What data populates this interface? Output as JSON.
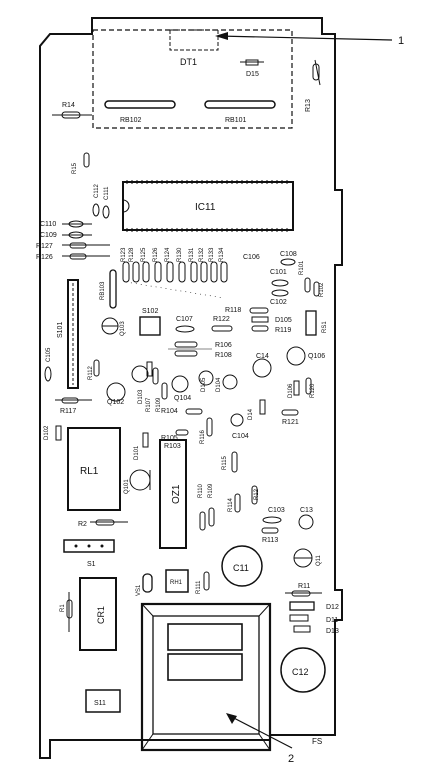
{
  "callouts": {
    "one": "1",
    "two": "2",
    "fs": "FS"
  },
  "display_area": {
    "dt1": "DT1",
    "d15": "D15",
    "rb102": "RB102",
    "rb101": "RB101"
  },
  "ic": {
    "ic11": "IC11"
  },
  "labels": {
    "r14": "R14",
    "r13": "R13",
    "r15": "R15",
    "c112": "C112",
    "c111": "C111",
    "c110": "C110",
    "c109": "C109",
    "r127": "R127",
    "r126": "R126",
    "r123": "R123",
    "r128": "R128",
    "r125": "R125",
    "r126b": "R126",
    "r124": "R124",
    "r130": "R130",
    "r131": "R131",
    "r132": "R132",
    "r133": "R133",
    "r134": "R134",
    "rb103": "RB103",
    "c106": "C106",
    "c108": "C108",
    "c101": "C101",
    "c102": "C102",
    "r101": "R101",
    "r102": "R102",
    "s101": "S101",
    "q103": "Q103",
    "s102": "S102",
    "c107": "C107",
    "r122": "R122",
    "r118": "R118",
    "d105": "D105",
    "r119": "R119",
    "rs1": "RS1",
    "c105": "C105",
    "r106": "R106",
    "r108": "R108",
    "c14": "C14",
    "q106": "Q106",
    "r112": "R112",
    "d103": "D103",
    "r107": "R107",
    "r109": "R109",
    "q104": "Q104",
    "d105b": "D105",
    "d104": "D104",
    "d106": "D106",
    "r120": "R120",
    "q102": "Q102",
    "r117": "R117",
    "r104": "R104",
    "r105": "R105",
    "d14": "D14",
    "r121": "R121",
    "d102": "D102",
    "r103": "R103",
    "r116": "R116",
    "c104": "C104",
    "rl1": "RL1",
    "d101": "D101",
    "r115": "R115",
    "q101": "Q101",
    "oz1": "OZ1",
    "r110": "R110",
    "r109b": "R109",
    "r114": "R114",
    "r12": "R12",
    "c103": "C103",
    "c13": "C13",
    "r2": "R2",
    "r113": "R113",
    "q11": "Q11",
    "s1": "S1",
    "c11": "C11",
    "vs1": "VS1",
    "rh1": "RH1",
    "r111": "R111",
    "r11": "R11",
    "d12": "D12",
    "d11": "D11",
    "d13": "D13",
    "r1": "R1",
    "cr1": "CR1",
    "c12": "C12",
    "s11": "S11"
  }
}
